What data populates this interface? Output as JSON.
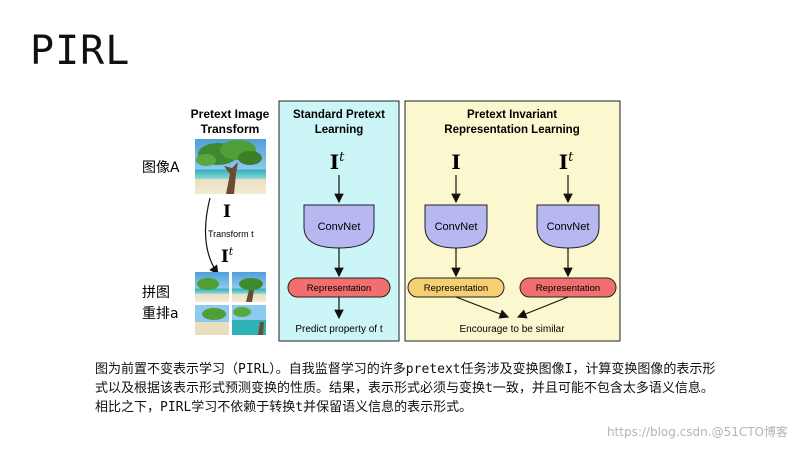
{
  "slide": {
    "title": "PIRL",
    "caption": "图为前置不变表示学习（PIRL）。自我监督学习的许多pretext任务涉及变换图像I，计算变换图像的表示形式以及根据该表示形式预测变换的性质。结果，表示形式必须与变换t一致，并且可能不包含太多语义信息。相比之下，PIRL学习不依赖于转换t并保留语义信息的表示形式。",
    "watermark": "https://blog.csdn.@51CTO博客"
  },
  "diagram": {
    "left_panel": {
      "heading_line1": "Pretext Image",
      "heading_line2": "Transform",
      "image_a_label": "图像A",
      "jigsaw_label_line1": "拼图",
      "jigsaw_label_line2": "重排a",
      "symbol_I": "I",
      "transform_label": "Transform t",
      "symbol_It_base": "I",
      "symbol_It_sup": "t"
    },
    "standard_panel": {
      "heading_line1": "Standard Pretext",
      "heading_line2": "Learning",
      "input_base": "I",
      "input_sup": "t",
      "network": "ConvNet",
      "representation": "Representation",
      "output": "Predict property of t"
    },
    "pirl_panel": {
      "heading_line1": "Pretext Invariant",
      "heading_line2": "Representation Learning",
      "input_left": "I",
      "input_right_base": "I",
      "input_right_sup": "t",
      "network_left": "ConvNet",
      "network_right": "ConvNet",
      "representation_left": "Representation",
      "representation_right": "Representation",
      "output": "Encourage to be similar"
    },
    "colors": {
      "standard_bg": "#ccf5f7",
      "pirl_bg": "#fbf7cf",
      "convnet_fill": "#b7b7f2",
      "rep_red": "#f26f6f",
      "rep_yellow": "#f7cf73"
    }
  }
}
